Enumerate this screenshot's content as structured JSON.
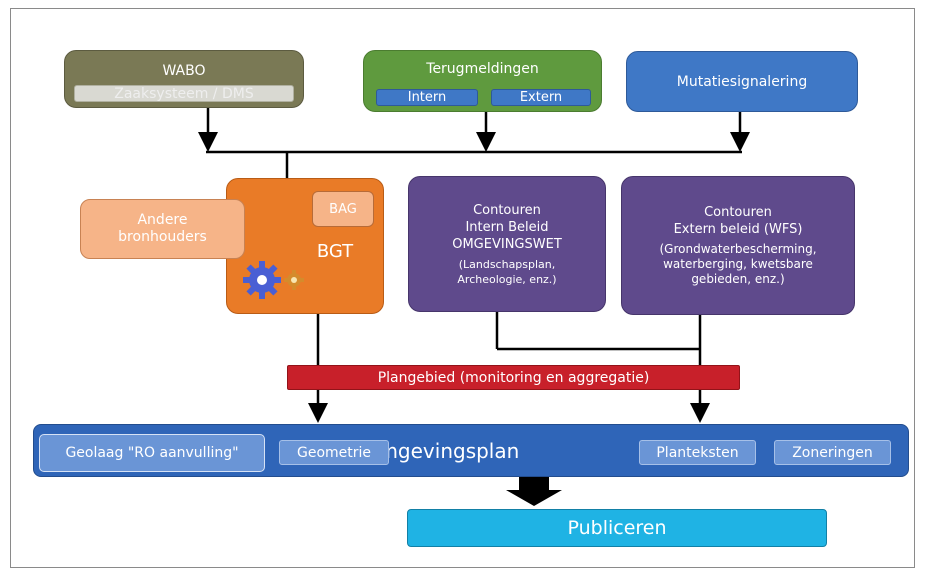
{
  "wabo": {
    "title": "WABO",
    "sub": "Zaaksysteem / DMS"
  },
  "terug": {
    "title": "Terugmeldingen",
    "intern": "Intern",
    "extern": "Extern"
  },
  "mutatie": {
    "title": "Mutatiesignalering"
  },
  "bgt": {
    "title": "BGT",
    "bag": "BAG",
    "andere": [
      "Andere",
      "bronhouders"
    ]
  },
  "contour_intern": {
    "lines": [
      "Contouren",
      "Intern Beleid",
      "OMGEVINGSWET"
    ],
    "small": [
      "(Landschapsplan,",
      "Archeologie, enz.)"
    ]
  },
  "contour_extern": {
    "lines": [
      "Contouren",
      "Extern beleid (WFS)"
    ],
    "small": [
      "(Grondwaterbescherming,",
      "waterberging, kwetsbare",
      "gebieden, enz.)"
    ]
  },
  "plangebied": "Plangebied (monitoring en aggregatie)",
  "omgevingsplan": {
    "title": "Omgevingsplan",
    "geolaag": "Geolaag \"RO aanvulling\"",
    "geometrie": "Geometrie",
    "planteksten": "Planteksten",
    "zoneringen": "Zoneringen"
  },
  "publiceren": "Publiceren",
  "colors": {
    "olive": "#7a7955",
    "green": "#5f9a3e",
    "blue": "#3f78c6",
    "orange": "#e97b27",
    "peach": "#f6b488",
    "purple": "#5f4a8c",
    "red": "#c8202a",
    "cyan": "#1fb3e4",
    "navy": "#2f65b8"
  }
}
